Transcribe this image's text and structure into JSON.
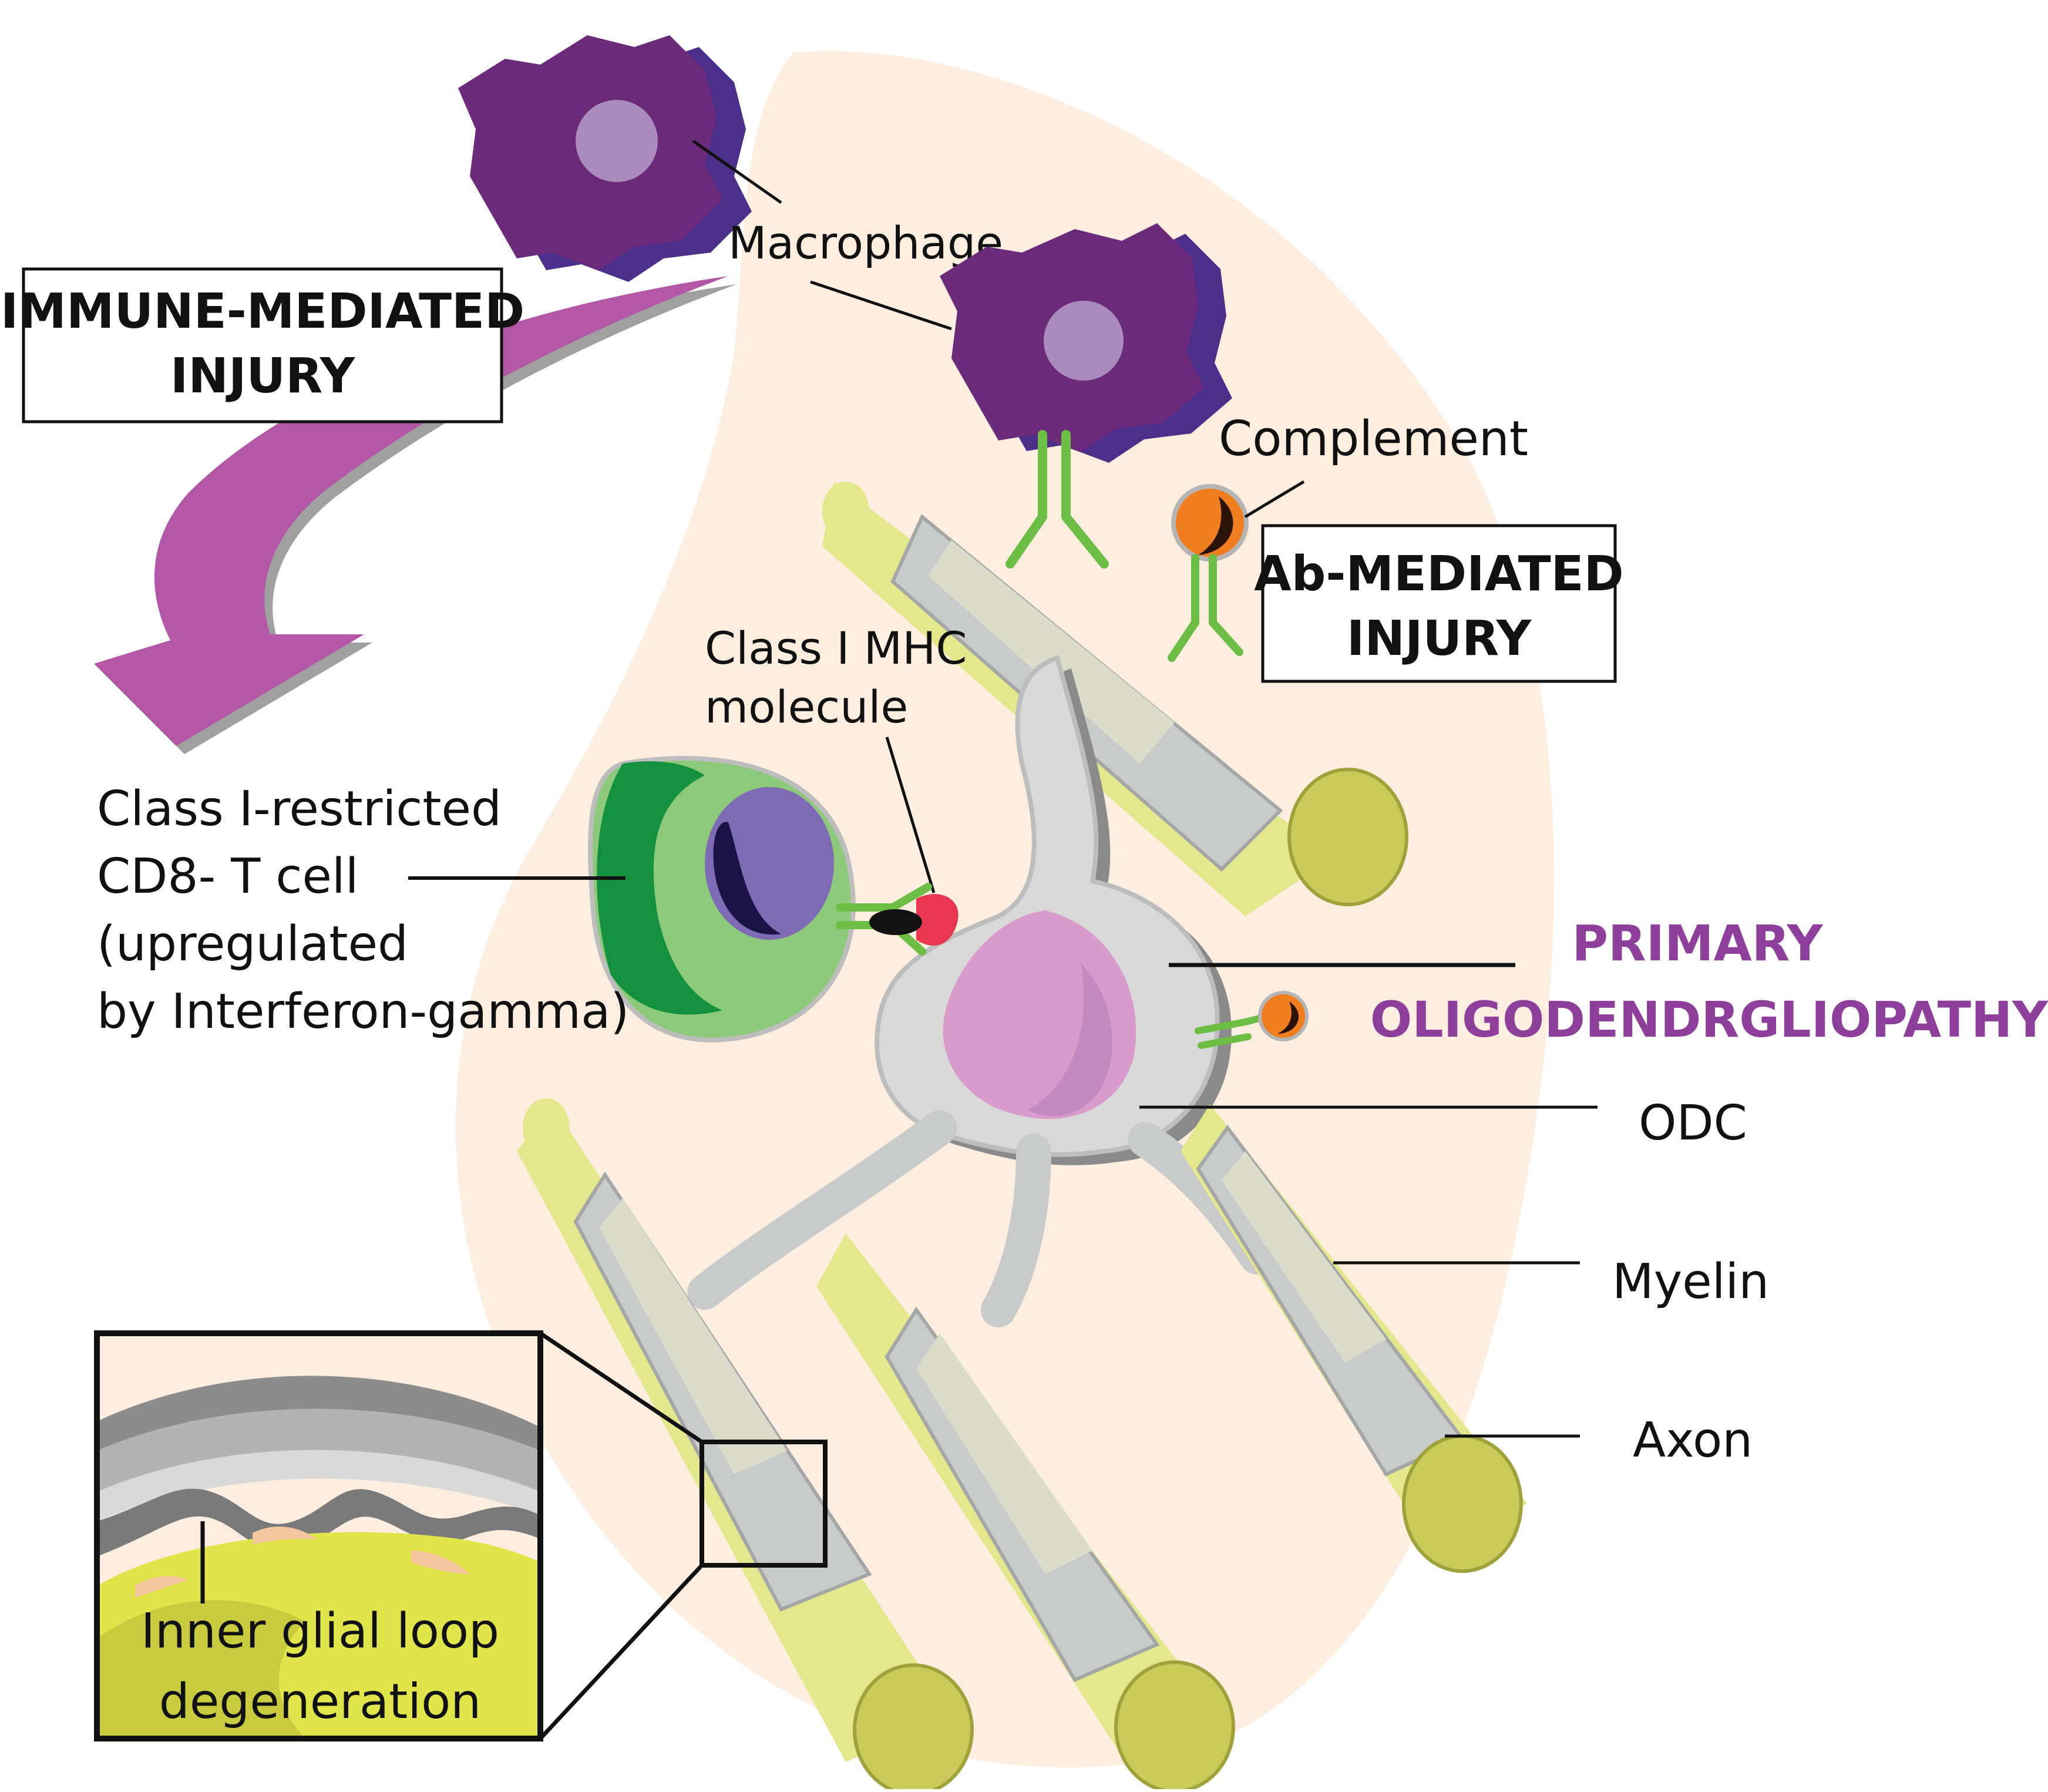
{
  "labels": {
    "macrophage": "Macrophage",
    "complement": "Complement",
    "immune_mediated_line1": "IMMUNE-MEDIATED",
    "immune_mediated_line2": "INJURY",
    "ab_mediated_line1": "Ab-MEDIATED",
    "ab_mediated_line2": "INJURY",
    "mhc_line1": "Class I MHC",
    "mhc_line2": "molecule",
    "tcell_line1": "Class I-restricted",
    "tcell_line2": "CD8- T cell",
    "tcell_line3": "(upregulated",
    "tcell_line4": "by Interferon-gamma)",
    "primary_line1": "PRIMARY",
    "primary_line2": "OLIGODENDRGLIOPATHY",
    "odc": "ODC",
    "myelin": "Myelin",
    "axon": "Axon",
    "inset_line1": "Inner glial loop",
    "inset_line2": "degeneration"
  },
  "colors": {
    "macrophage": "#6B2A7A",
    "macrophage_nucleus": "#A98BBE",
    "antibody": "#6CBE45",
    "complement": "#F07D1E",
    "tcell": "#8DC97A",
    "tcell_dark": "#14913E",
    "tcell_nucleus": "#7F6BB5",
    "mhc": "#E8374E",
    "odc_body": "#D9D9D9",
    "odc_nucleus": "#D99BCB",
    "myelin": "#C9CBCB",
    "axon": "#C8CB57",
    "axon_light": "#E4E78C",
    "tissue": "#FDEEE0",
    "primary_text": "#8E3E9B",
    "arrow": "#B457A6"
  }
}
